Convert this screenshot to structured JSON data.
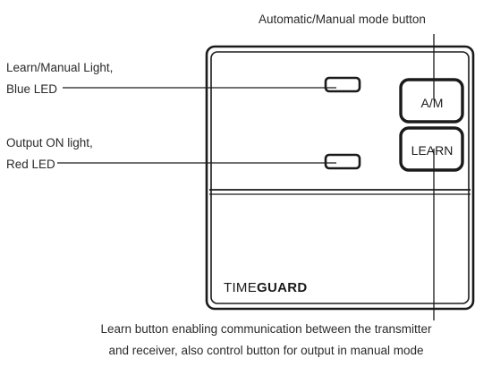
{
  "labels": {
    "mode_button": "Automatic/Manual mode button",
    "learn_light_line1": "Learn/Manual Light,",
    "learn_light_line2": "Blue LED",
    "output_light_line1": "Output ON light,",
    "output_light_line2": "Red LED",
    "learn_button_line1": "Learn button enabling communication between the transmitter",
    "learn_button_line2": "and receiver, also control button for output in manual mode"
  },
  "device": {
    "am_button_label": "A/M",
    "learn_button_label": "LEARN",
    "brand_part1": "TIME",
    "brand_part2": "GUARD"
  },
  "colors": {
    "outline": "#1a1a1a",
    "text": "#2a2a2a"
  }
}
